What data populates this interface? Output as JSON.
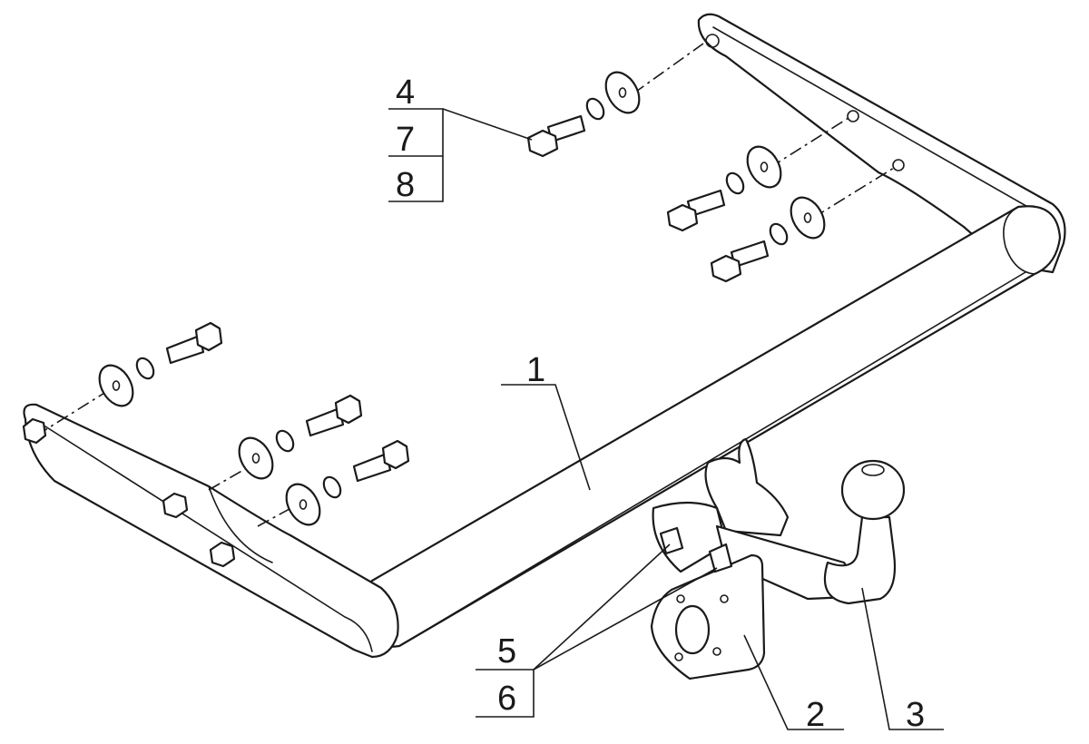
{
  "labels": {
    "beam": "1",
    "socket_plate": "2",
    "tow_ball": "3",
    "bolt_group_a": [
      "4",
      "7",
      "8"
    ],
    "bolt_group_b": [
      "5",
      "6"
    ]
  },
  "colors": {
    "line": "#1a1a1a",
    "background": "#ffffff"
  }
}
